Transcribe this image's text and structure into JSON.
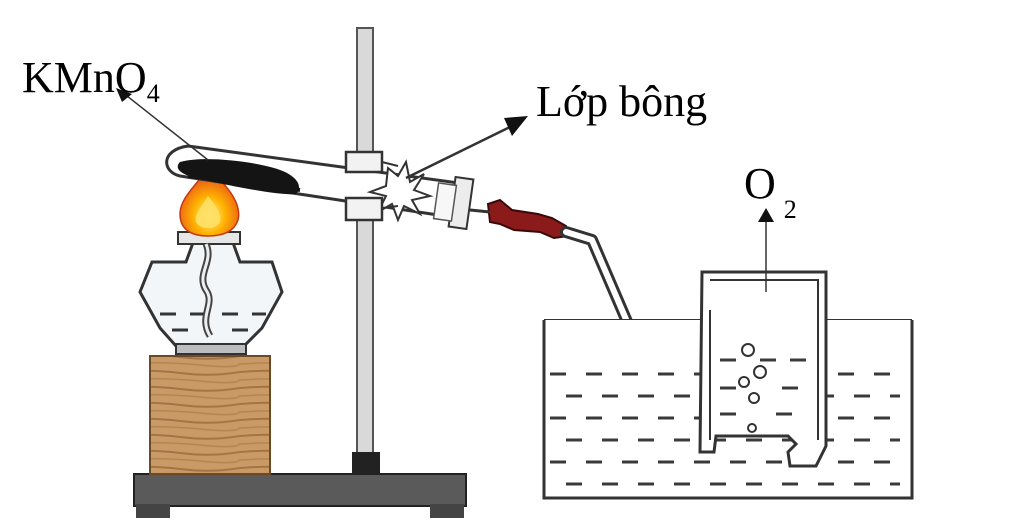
{
  "labels": {
    "reagent": {
      "main": "KMnO",
      "sub": "4"
    },
    "cotton": "Lớp bông",
    "gas": {
      "main": "O",
      "sub": "2"
    }
  },
  "colors": {
    "flame_outer": "#e8501a",
    "flame_inner": "#ffb300",
    "rubber_joint": "#8b1a1a",
    "wood_block": "#b58a5a",
    "stand_base": "#5a5a5a",
    "water_dash": "#3a3a3a"
  }
}
